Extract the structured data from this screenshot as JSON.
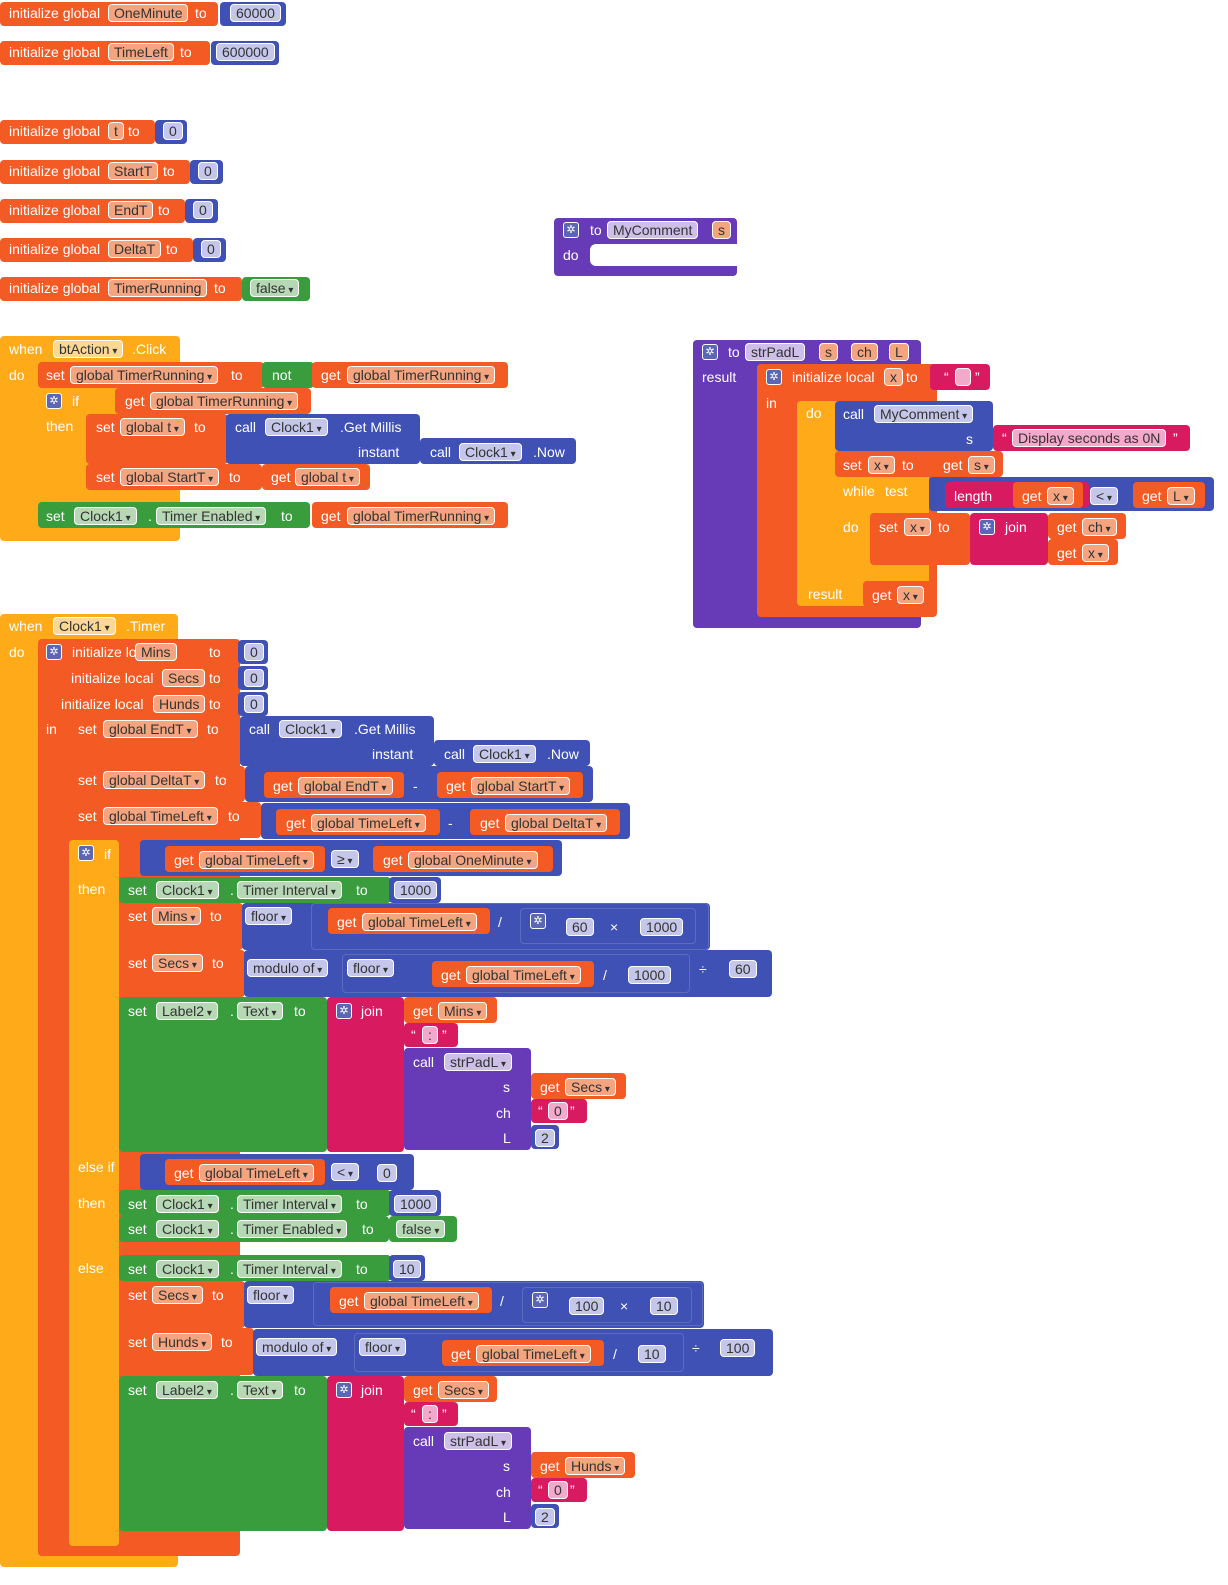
{
  "kw": {
    "init_global": "initialize global",
    "init_local": "initialize local",
    "to": "to",
    "do": "do",
    "in": "in",
    "set": "set",
    "get": "get",
    "call": "call",
    "if": "if",
    "then": "then",
    "else_if": "else if",
    "else": "else",
    "when": "when",
    "not": "not",
    "result": "result",
    "while": "while",
    "test": "test",
    "join": "join",
    "length": "length",
    "floor": "floor",
    "modulo_of": "modulo of",
    "instant": "instant",
    "dot": ".",
    "minus": "-",
    "divide": "/",
    "times": "×",
    "div_sym": "÷",
    "gte": "≥",
    "lt": "<",
    "colon_str": ":",
    "empty_str": " ",
    "quote_open": "“",
    "quote_close": "”"
  },
  "globals": [
    {
      "name": "OneMinute",
      "value": "60000"
    },
    {
      "name": "TimeLeft",
      "value": "600000"
    },
    {
      "name": "t",
      "value": "0"
    },
    {
      "name": "StartT",
      "value": "0"
    },
    {
      "name": "EndT",
      "value": "0"
    },
    {
      "name": "DeltaT",
      "value": "0"
    },
    {
      "name": "TimerRunning",
      "value": "false"
    }
  ],
  "mycomment": {
    "name": "MyComment",
    "param": "s"
  },
  "btaction": {
    "component": "btAction",
    "event": ".Click",
    "var_timer_running": "global TimerRunning",
    "var_t": "global t",
    "var_startt": "global StartT",
    "clock": "Clock1",
    "get_millis": ".Get Millis",
    "now": ".Now",
    "timer_enabled": "Timer Enabled"
  },
  "strpadl": {
    "name": "strPadL",
    "params": [
      "s",
      "ch",
      "L"
    ],
    "local_var": "x",
    "call_mycomment": "MyComment",
    "comment_param": "s",
    "comment_text": "Display seconds as 0N",
    "var_x": "x",
    "var_s": "s",
    "var_ch": "ch",
    "var_L": "L"
  },
  "clock_timer": {
    "component": "Clock1",
    "event": ".Timer",
    "locals": [
      {
        "name": "Mins",
        "value": "0"
      },
      {
        "name": "Secs",
        "value": "0"
      },
      {
        "name": "Hunds",
        "value": "0"
      }
    ],
    "var_endt": "global EndT",
    "var_deltat": "global DeltaT",
    "var_timeleft": "global TimeLeft",
    "var_startt": "global StartT",
    "var_oneminute": "global OneMinute",
    "timer_interval": "Timer Interval",
    "timer_enabled": "Timer Enabled",
    "label": "Label2",
    "text_prop": "Text",
    "mins": "Mins",
    "secs": "Secs",
    "hunds": "Hunds",
    "n1000": "1000",
    "n60": "60",
    "n10": "10",
    "n100": "100",
    "n0": "0",
    "n2": "2",
    "false": "false",
    "pad_ch": "0"
  }
}
